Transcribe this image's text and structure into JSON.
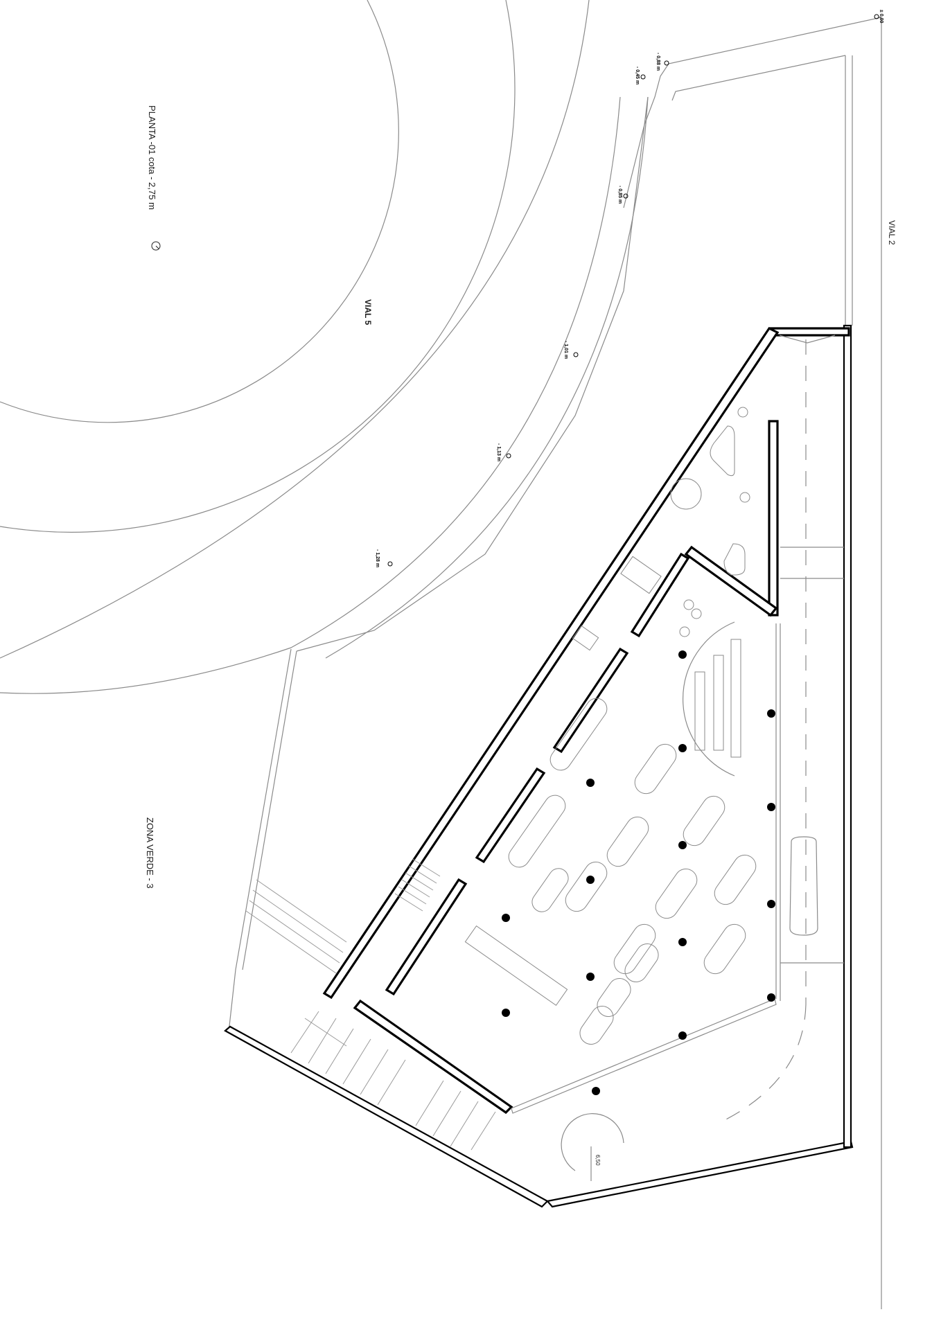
{
  "drawing": {
    "title": "PLANTA -01 cota - 2,75 m",
    "roads": {
      "vial5": "VIAL 5",
      "vial2": "VIAL 2"
    },
    "green_zone": "ZONA VERDE - 3",
    "level_marks": [
      {
        "id": "lvl-0",
        "text": "± 0,00"
      },
      {
        "id": "lvl-1",
        "text": "- 0,88 m"
      },
      {
        "id": "lvl-2",
        "text": "- 0,45 m"
      },
      {
        "id": "lvl-3",
        "text": "- 0,85 m"
      },
      {
        "id": "lvl-4",
        "text": "- 1,01 m"
      },
      {
        "id": "lvl-5",
        "text": "- 1,13 m"
      },
      {
        "id": "lvl-6",
        "text": "- 1,28 m"
      }
    ],
    "turning_radius_label": "6,50",
    "colors": {
      "ink": "#000000",
      "thin_line": "#8a8a8a",
      "background": "#ffffff"
    }
  }
}
